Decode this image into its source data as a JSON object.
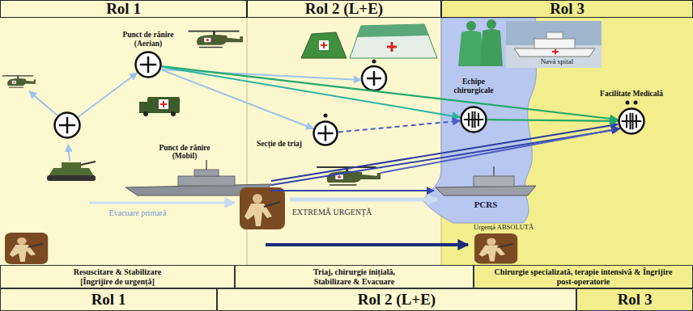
{
  "diagram": {
    "nodes": [
      {
        "text": [
          "Rol 1"
        ]
      },
      {
        "text": [
          "Rol 2 (L+E)"
        ]
      },
      {
        "text": [
          "Rol 3"
        ]
      },
      {
        "text": [
          "Punct de rănire (Aerian)"
        ],
        "in": 0
      },
      {
        "text": [
          "Punct de rănire (Mobil)"
        ],
        "in": 0
      },
      {
        "text": [
          "Secție de triaj"
        ],
        "in": 1
      },
      {
        "text": [
          "Echipe chirurgicale"
        ],
        "in": 2
      },
      {
        "text": [
          "Facilitate Medicală"
        ],
        "in": 2
      },
      {
        "text": [
          "Resuscitare & Stabilizare [Îngrijire de urgență]"
        ]
      },
      {
        "text": [
          "Triaj, chirurgie inițială, Stabilizare & Evacuare"
        ]
      },
      {
        "text": [
          "Chirurgie specializată, terapie intensivă & Îngrijire post-operatorie"
        ]
      },
      {
        "text": [
          "Rol 1"
        ]
      },
      {
        "text": [
          "Rol 2 (L+E)"
        ]
      },
      {
        "text": [
          "Rol 3"
        ]
      }
    ],
    "edges": [
      {
        "from": 3,
        "to": 7,
        "arrow": "to"
      },
      {
        "from": 3,
        "to": 6,
        "arrow": "to"
      },
      {
        "from": 3,
        "to": 5,
        "arrow": "to"
      },
      {
        "from": 4,
        "to": 3,
        "arrow": "to"
      },
      {
        "from": 5,
        "to": 6,
        "arrow": "to"
      },
      {
        "from": 6,
        "to": 7,
        "arrow": "to"
      }
    ],
    "labels": [
      "Navă spital",
      "Evacuare primară",
      "EXTREMĂ URGENȚĂ",
      "PCRS",
      "Urgență ABSOLUTĂ"
    ]
  }
}
